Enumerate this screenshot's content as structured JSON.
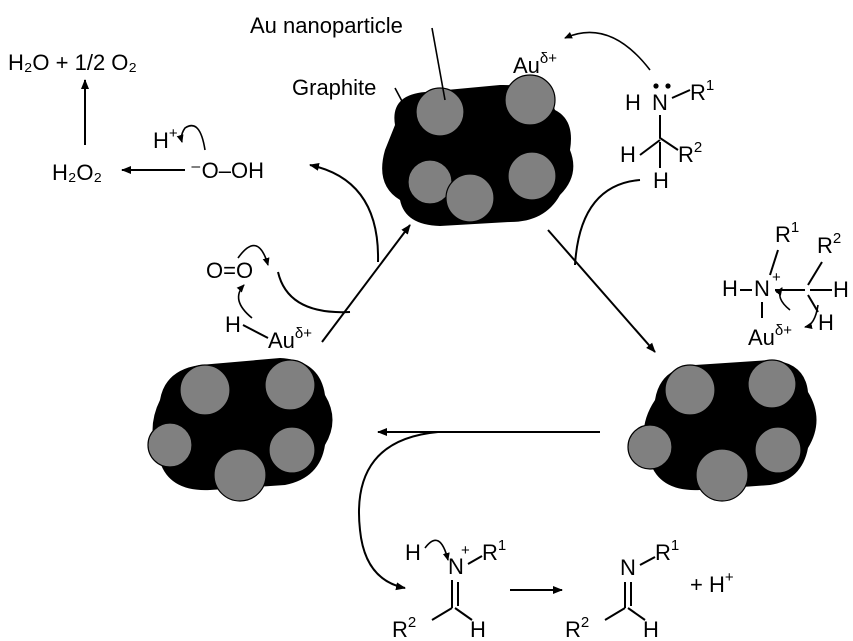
{
  "labels": {
    "au_nanoparticle": "Au nanoparticle",
    "graphite": "Graphite",
    "water_oxygen": "H₂O + 1/2 O₂",
    "hydrogen_peroxide": "H₂O₂",
    "proton": "H",
    "plus_sign": "+",
    "hydroperoxide": "⁻O–OH",
    "dioxygen": "O=O",
    "gold": "Au",
    "gold_charge": "δ+",
    "hydrogen": "H",
    "nitrogen": "N",
    "r1": "R",
    "r1_sup": "1",
    "r2": "R",
    "r2_sup": "2",
    "plus_proton": "+  H"
  },
  "colors": {
    "support": "#000000",
    "nanoparticle": "#808080",
    "line": "#000000",
    "background": "#ffffff"
  }
}
